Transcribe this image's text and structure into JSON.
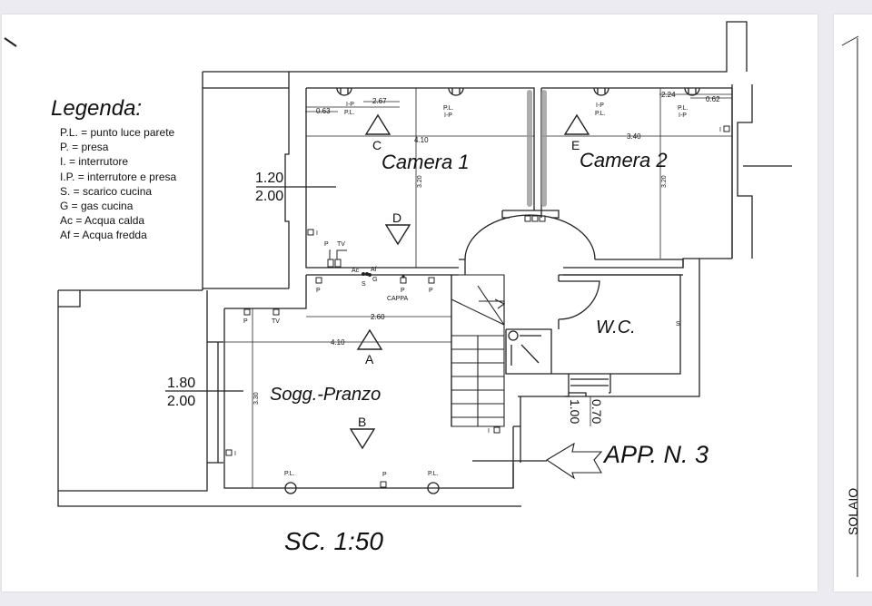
{
  "legend": {
    "title": "Legenda:",
    "items": [
      "P.L. = punto luce parete",
      "P. = presa",
      "I. = interrutore",
      "I.P. = interrutore e presa",
      "S. = scarico cucina",
      "G = gas cucina",
      "Ac = Acqua calda",
      "Af = Acqua fredda"
    ]
  },
  "rooms": {
    "camera1": "Camera 1",
    "camera2": "Camera 2",
    "soggiorno": "Sogg.-Pranzo",
    "wc": "W.C."
  },
  "dimensions": {
    "cam1_063": "0.63",
    "cam1_267": "2.67",
    "cam1_410": "4.10",
    "cam1_320": "3.20",
    "cam2_224": "2.24",
    "cam2_062": "0.62",
    "cam2_340": "3.40",
    "cam2_320": "3.20",
    "sogg_260": "2.60",
    "sogg_410": "4.10",
    "sogg_330": "3.30",
    "window1_w": "1.20",
    "window1_h": "2.00",
    "window2_w": "1.80",
    "window2_h": "2.00",
    "door_w": "0.70",
    "door_h": "1.00"
  },
  "points": {
    "A": "A",
    "B": "B",
    "C": "C",
    "D": "D",
    "E": "E"
  },
  "symbols": {
    "ip": "I-P",
    "pl": "P.L.",
    "p": "P",
    "i": "I",
    "tv": "TV",
    "ac": "Ac",
    "af": "Af",
    "s": "S",
    "g": "G",
    "cappa": "CAPPA"
  },
  "entrance_label": "APP. N. 3",
  "scale_label": "SC. 1:50",
  "side_sheet_label": "SOLAIO"
}
